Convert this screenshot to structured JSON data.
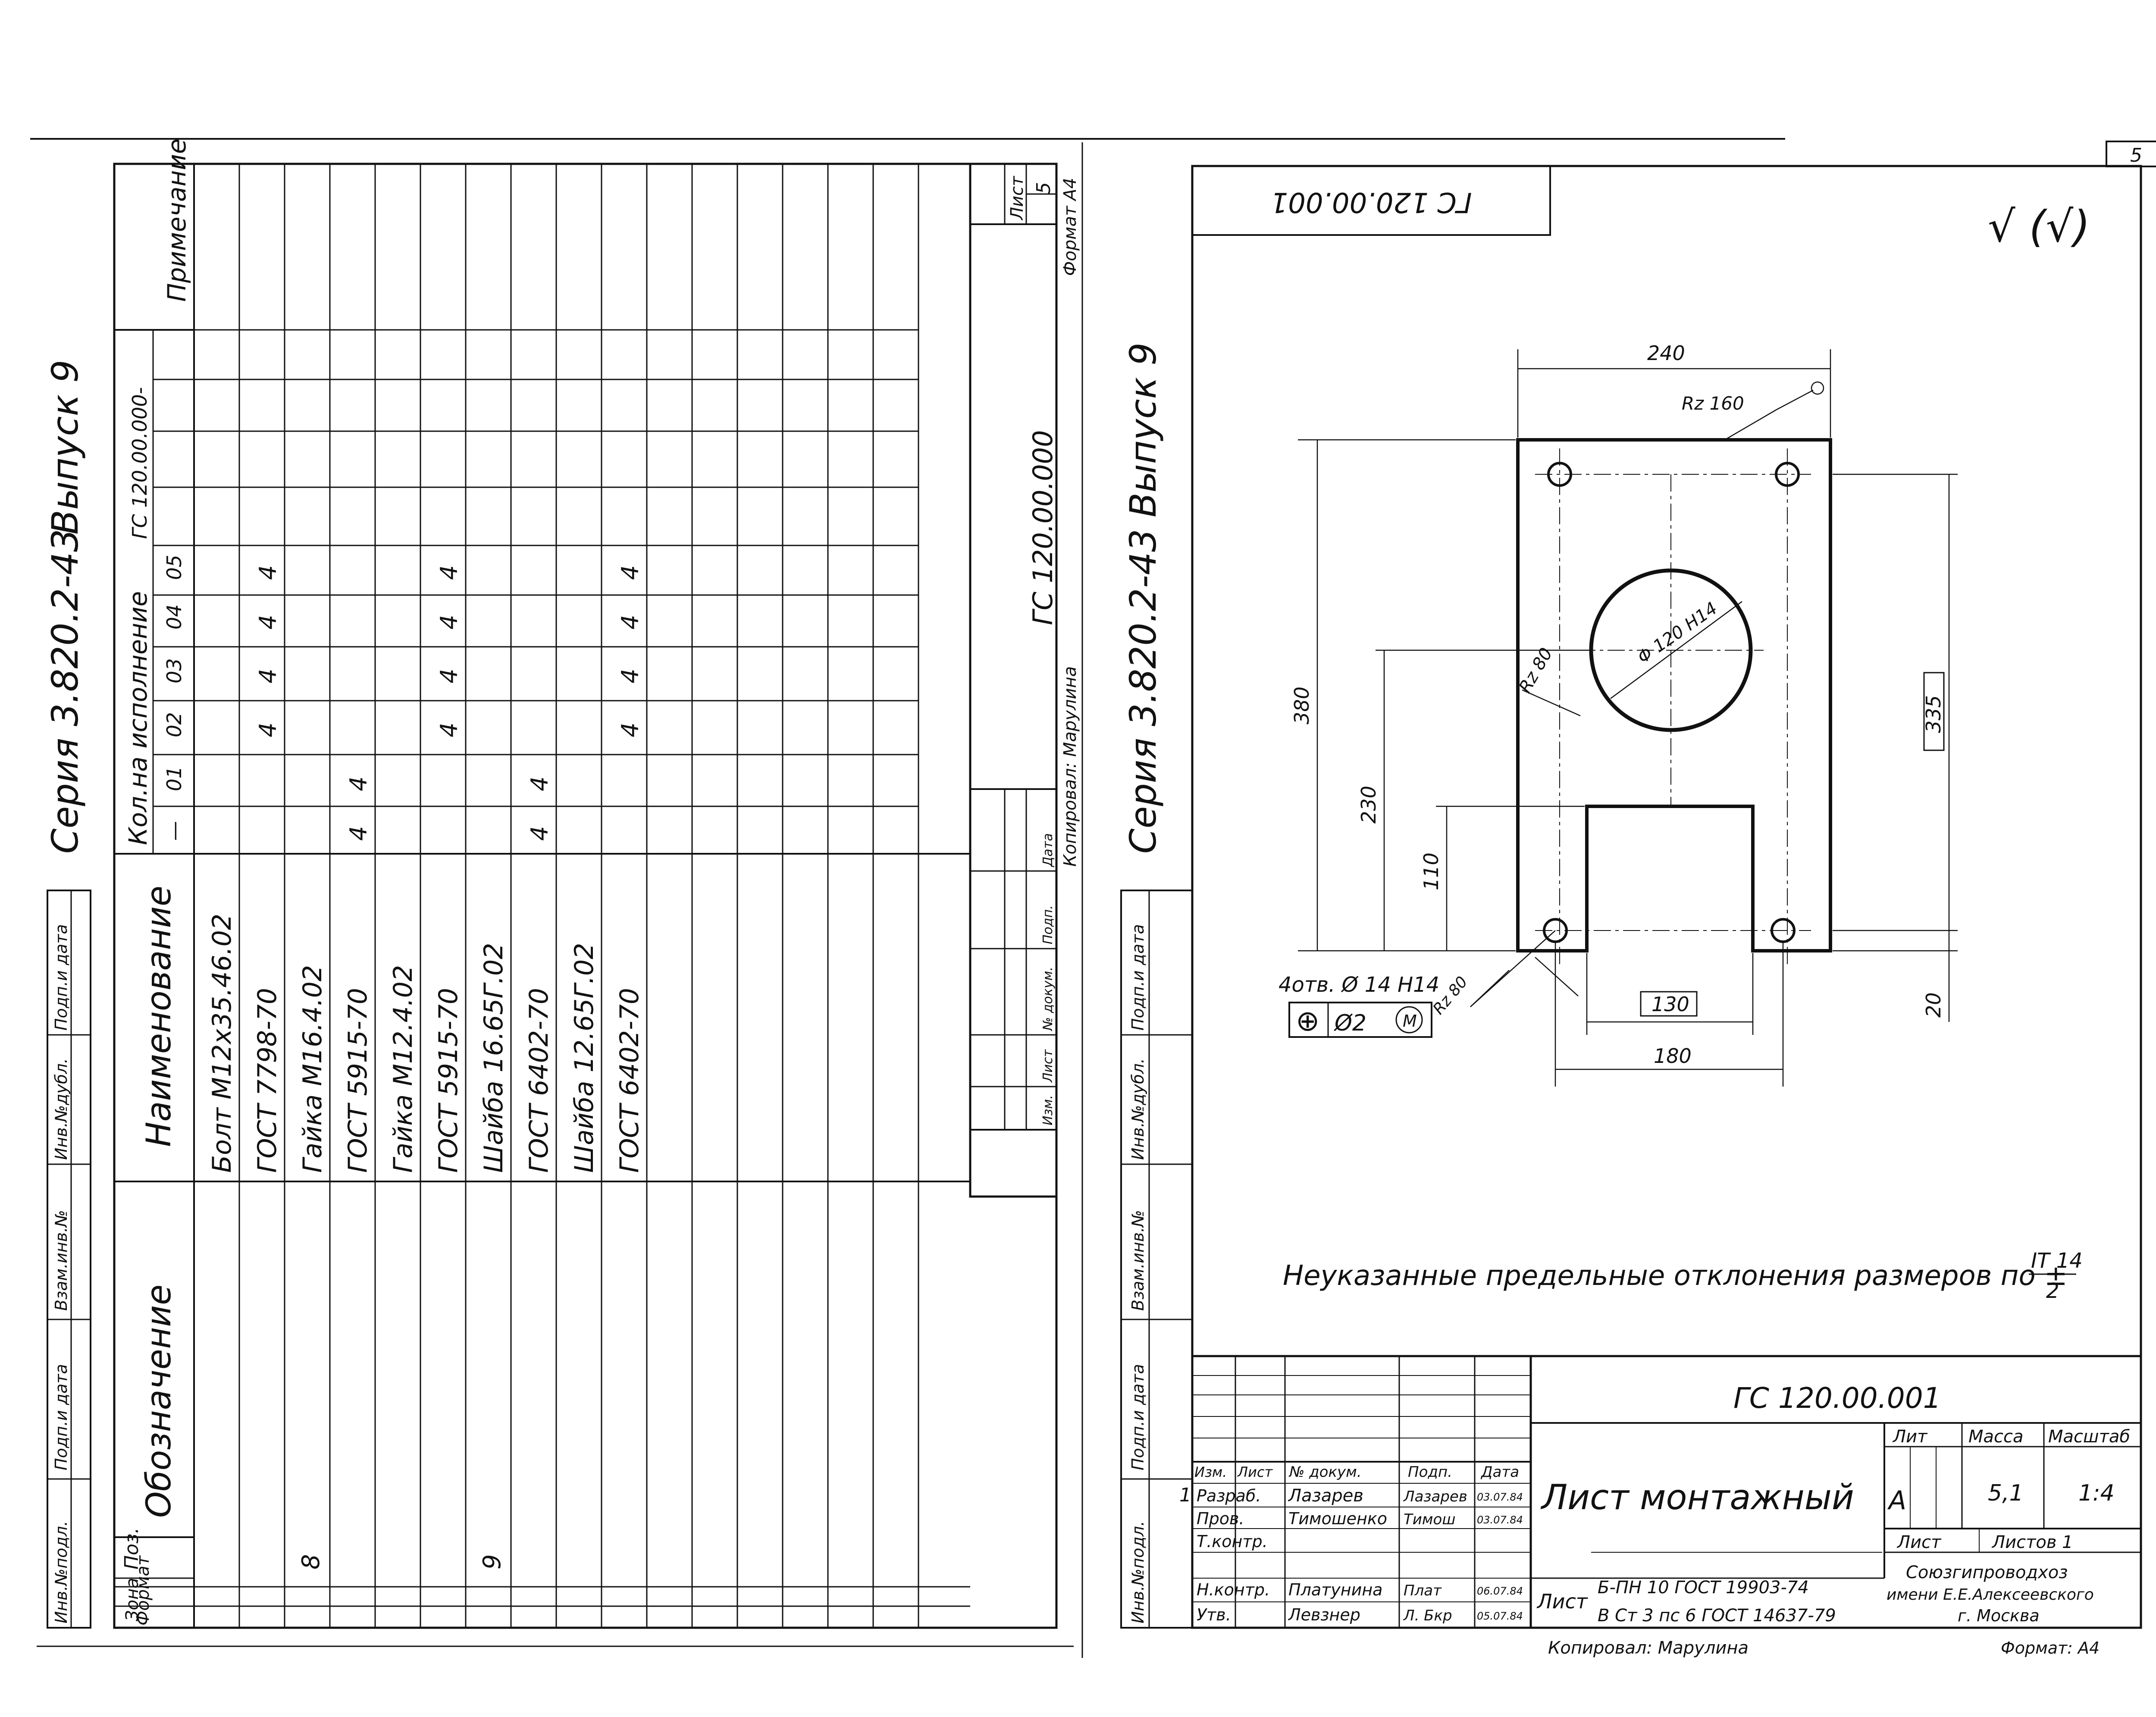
{
  "sheet_number": "5",
  "left_sheet": {
    "series_title": "Серия 3.820.2-43",
    "issue": "Выпуск 9",
    "side_labels": [
      "Инв.№подл.",
      "Подп.и дата",
      "Взам.инв.№",
      "Инв.№дубл.",
      "Подп.и дата"
    ],
    "headers": {
      "format": "Формат",
      "zone": "Зона",
      "position": "Поз.",
      "designation": "Обозначение",
      "name": "Наименование",
      "qty_group": "Кол.на исполнение",
      "qty_base": "ГС 120.00.000-",
      "variants": [
        "—",
        "01",
        "02",
        "03",
        "04",
        "05"
      ],
      "note": "Примечание"
    },
    "rows": [
      {
        "pos": "",
        "name": "Болт М12х35.46.02",
        "qty": [
          "",
          "",
          "",
          "",
          "",
          ""
        ]
      },
      {
        "pos": "",
        "name": "ГОСТ 7798-70",
        "qty": [
          "",
          "",
          "4",
          "4",
          "4",
          "4"
        ]
      },
      {
        "pos": "8",
        "name": "Гайка М16.4.02",
        "qty": [
          "",
          "",
          "",
          "",
          "",
          ""
        ]
      },
      {
        "pos": "",
        "name": "ГОСТ 5915-70",
        "qty": [
          "4",
          "4",
          "",
          "",
          "",
          ""
        ]
      },
      {
        "pos": "",
        "name": "Гайка М12.4.02",
        "qty": [
          "",
          "",
          "",
          "",
          "",
          ""
        ]
      },
      {
        "pos": "",
        "name": "ГОСТ 5915-70",
        "qty": [
          "",
          "",
          "4",
          "4",
          "4",
          "4"
        ]
      },
      {
        "pos": "9",
        "name": "Шайба 16.65Г.02",
        "qty": [
          "",
          "",
          "",
          "",
          "",
          ""
        ]
      },
      {
        "pos": "",
        "name": "ГОСТ 6402-70",
        "qty": [
          "4",
          "4",
          "",
          "",
          "",
          ""
        ]
      },
      {
        "pos": "",
        "name": "Шайба 12.65Г.02",
        "qty": [
          "",
          "",
          "",
          "",
          "",
          ""
        ]
      },
      {
        "pos": "",
        "name": "ГОСТ 6402-70",
        "qty": [
          "",
          "",
          "4",
          "4",
          "4",
          "4"
        ]
      }
    ],
    "stamp": {
      "doc": "ГС 120.00.000",
      "sheet_label": "Лист",
      "sheet_value": "5",
      "cols": [
        "Изм.",
        "Лист",
        "№ докум.",
        "Подп.",
        "Дата"
      ]
    },
    "copied": "Копировал: Марулина",
    "format": "Формат А4"
  },
  "right_sheet": {
    "series_title": "Серия 3.820.2-43",
    "issue": "Выпуск 9",
    "side_labels": [
      "Инв.№подл.",
      "Подп.и дата",
      "Взам.инв.№",
      "Инв.№дубл.",
      "Подп.и дата"
    ],
    "top_code": "ГС 120.00.001",
    "roughness": "√ (√)",
    "dims": {
      "width_top": "240",
      "rz_top": "Rz 160",
      "hole_dia": "Φ 120 H14",
      "rz_hole": "Rz 80",
      "height_total": "380",
      "height_mid": "230",
      "height_low": "110",
      "height_holes": "335",
      "cut_width": "130",
      "holes_spacing": "180",
      "bottom_offset": "20",
      "rz_slot": "Rz 80",
      "holes_note": "4отв. Ø 14 H14",
      "tolerance_frame": [
        "⊕",
        "Ø2",
        "M"
      ]
    },
    "note": "Неуказанные предельные отклонения размеров по ±",
    "note_fraction_top": "IT 14",
    "note_fraction_bottom": "2",
    "title_block": {
      "doc_code": "ГС 120.00.001",
      "title": "Лист монтажный",
      "rev_cols": [
        "Изм.",
        "Лист",
        "№ докум.",
        "Подп.",
        "Дата"
      ],
      "people": [
        {
          "role": "Разраб.",
          "name": "Лазарев",
          "sign": "Лазарев",
          "date": "03.07.84"
        },
        {
          "role": "Пров.",
          "name": "Тимошенко",
          "sign": "Тимош",
          "date": "03.07.84"
        },
        {
          "role": "Т.контр.",
          "name": "",
          "sign": "",
          "date": ""
        },
        {
          "role": "",
          "name": "",
          "sign": "",
          "date": ""
        },
        {
          "role": "Н.контр.",
          "name": "Платунина",
          "sign": "Плат",
          "date": "06.07.84"
        },
        {
          "role": "Утв.",
          "name": "Левзнер",
          "sign": "Л. Бкр",
          "date": "05.07.84"
        }
      ],
      "lit_label": "Лит",
      "mass_label": "Масса",
      "scale_label": "Масштаб",
      "lit_value": "А",
      "mass_value": "5,1",
      "scale_value": "1:4",
      "sheet_label": "Лист",
      "sheets_label": "Листов 1",
      "material_prefix": "Лист",
      "material_top": "Б-ПН 10 ГОСТ 19903-74",
      "material_bottom": "В Ст 3 пс 6 ГОСТ 14637-79",
      "org_line1": "Союзгипроводхоз",
      "org_line2": "имени Е.Е.Алексеевского",
      "org_line3": "г. Москва",
      "marker": "1"
    },
    "copied": "Копировал: Марулина",
    "format": "Формат: А4"
  }
}
